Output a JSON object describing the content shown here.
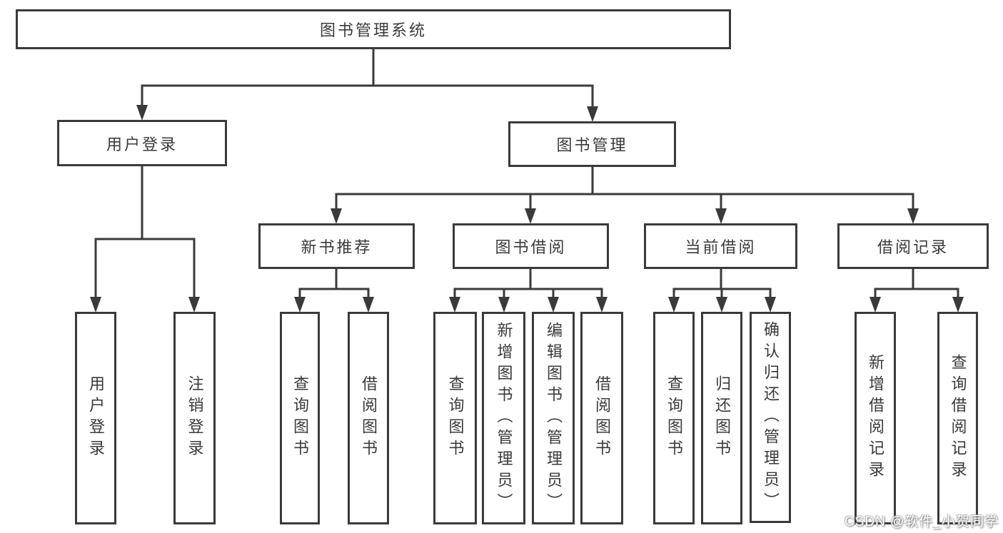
{
  "nodes": {
    "root": "图书管理系统",
    "user": {
      "label": "用户登录",
      "children": [
        "用户登录",
        "注销登录"
      ]
    },
    "book": {
      "label": "图书管理",
      "sections": [
        {
          "label": "新书推荐",
          "children": [
            "查询图书",
            "借阅图书"
          ]
        },
        {
          "label": "图书借阅",
          "children": [
            "查询图书",
            "新增图书（管理员）",
            "编辑图书（管理员）",
            "借阅图书"
          ]
        },
        {
          "label": "当前借阅",
          "children": [
            "查询图书",
            "归还图书",
            "确认归还（管理员）"
          ]
        },
        {
          "label": "借阅记录",
          "children": [
            "新增借阅记录",
            "查询借阅记录"
          ]
        }
      ]
    }
  },
  "watermark": "CSDN @软件_小贺同学",
  "colors": {
    "line": "#3a3a3a",
    "box_border": "#3a3a3a",
    "text": "#3a3a3a",
    "background": "#ffffff"
  }
}
